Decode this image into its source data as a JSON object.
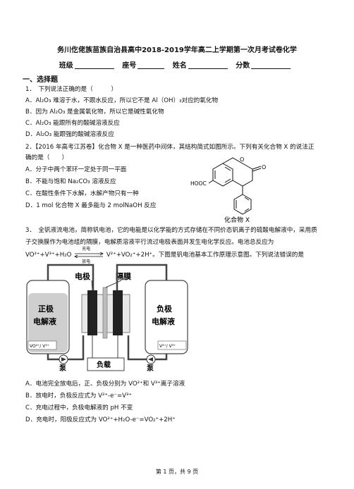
{
  "header": {
    "title": "务川仡佬族苗族自治县高中2018-2019学年高二上学期第一次月考试卷化学",
    "class_label": "班级",
    "seat_label": "座号",
    "name_label": "姓名",
    "score_label": "分数"
  },
  "section_title": "一、选择题",
  "q1": {
    "stem": "1．　下列说法正确的是（　　　）",
    "a": "A．Al₂O₃ 难溶于水，不跟水反应，所以它不是 Al（OH）₃对应的氧化物",
    "b": "B．因为 Al₂O₃ 是金属氧化物，所以它是碱性氧化物",
    "c": "C．Al₂O₃ 能跟所有的酸碱溶液反应",
    "d": "D．Al₂O₃ 能跟强的酸碱溶液反应"
  },
  "q2": {
    "stem1": "2．【2016 年高考江苏卷】化合物 X 是一种医药中间体，其结构简式如图所示。下列有关化合物 X 的说法正",
    "stem2": "确的是（　　）",
    "a": "A．分子中两个苯环一定处于同一平面",
    "b": "B．不能与饱和 Na₂CO₃ 溶液反应",
    "c": "C．在酸性条件下水解，水解产物只有一种",
    "d": "D．1 mol 化合物 X 最多能与 2 molNaOH 反应",
    "struct_group_label": "HOOC",
    "struct_o_label": "O",
    "struct_caption": "化合物 X"
  },
  "q3": {
    "stem1": "3．　全钒液流电池，简称钒电池，它的电能是以化学能的方式存储在不同价态钒离子的硫酸电解液中，采用质",
    "stem2": "子交换膜作为电池组的隔膜，电解质溶液平行流过电极表面并发生电化学反应。电池总反应为",
    "eq_left": "VO²⁺+V³⁺+H₂O",
    "eq_top": "充电",
    "eq_bottom": "放电",
    "eq_right": "V²⁺+VO₂⁺+2H⁺。下图是钒电池基本工作原理示意图。下列说法错误的是",
    "diagram": {
      "label_electrode": "电极",
      "label_membrane": "隔膜",
      "label_pos1": "正极",
      "label_pos2": "电解液",
      "label_neg1": "负极",
      "label_neg2": "电解液",
      "label_left_ions": "VO²⁺/ V³⁺",
      "label_right_ions": "V²⁺/ V³⁺",
      "label_pump_left": "泵",
      "label_pump_right": "泵",
      "label_load": "负载"
    },
    "a": "A．电池完全放电后，正、负极分别为 VO²⁺和 V³⁺离子溶液",
    "b": "B．放电时，负极反应式为 V²⁺-e⁻=V³⁺",
    "c": "C．充电过程中，负极电解液的 pH 不变",
    "d": "D．充电时，阳极反应式为 VO²⁺+H₂O-e⁻=VO₂⁺+2H⁺"
  },
  "footer": "第 1 页，共 9 页"
}
